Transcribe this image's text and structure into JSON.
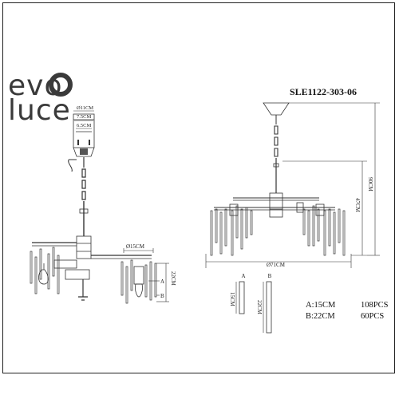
{
  "brand": {
    "line1": "evo",
    "line2": "luce"
  },
  "model": "SLE1122-303-06",
  "left": {
    "top_width": "Ø11CM",
    "mid_width": "7.5CM",
    "inner_width": "6.5CM",
    "arm_width": "Ø15CM",
    "height": "22CM",
    "label_a": "A",
    "label_b": "B"
  },
  "right": {
    "diameter": "Ø71CM",
    "body_height": "47CM",
    "total_height": "90CM"
  },
  "parts": {
    "a_label": "A",
    "b_label": "B",
    "a_length": "15CM",
    "b_length": "22CM"
  },
  "specs": [
    {
      "size": "A:15CM",
      "count": "108PCS"
    },
    {
      "size": "B:22CM",
      "count": "60PCS"
    }
  ]
}
